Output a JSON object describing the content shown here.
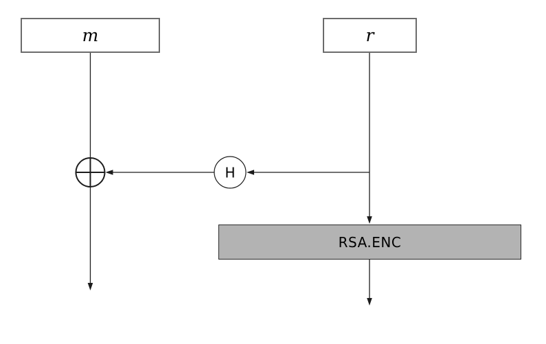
{
  "nodes": {
    "m": {
      "label": "m"
    },
    "r": {
      "label": "r"
    },
    "hash": {
      "label": "H"
    },
    "xor": {
      "symbol": "⊕",
      "icon": "xor-icon"
    },
    "rsa": {
      "label": "RSA.ENC"
    }
  },
  "colors": {
    "background": "#ffffff",
    "line": "#1c1c1c",
    "io-box-border": "#6b6b6b",
    "rsa-box-border": "#2a2a2a",
    "rsa-box-fill": "#b3b3b3",
    "node-fill": "#ffffff",
    "label-color": "#000000"
  }
}
